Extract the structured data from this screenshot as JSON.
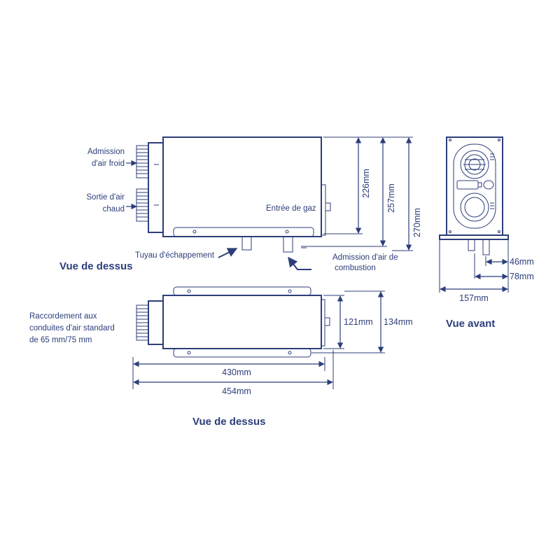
{
  "labels": {
    "admission_air_froid_1": "Admission",
    "admission_air_froid_2": "d'air froid",
    "sortie_air_chaud_1": "Sortie d'air",
    "sortie_air_chaud_2": "chaud",
    "entree_gaz": "Entrée de gaz",
    "tuyau_echappement": "Tuyau d'échappement",
    "admission_combustion_1": "Admission d'air de",
    "admission_combustion_2": "combustion",
    "raccordement_1": "Raccordement aux",
    "raccordement_2": "conduites d'air standard",
    "raccordement_3": "de 65 mm/75 mm"
  },
  "views": {
    "top_side": "Vue de dessus",
    "top_bottom": "Vue de dessus",
    "front": "Vue avant"
  },
  "dimensions": {
    "d226": "226mm",
    "d257": "257mm",
    "d270": "270mm",
    "d121": "121mm",
    "d134": "134mm",
    "d430": "430mm",
    "d454": "454mm",
    "d157": "157mm",
    "d46": "46mm",
    "d78": "78mm"
  }
}
